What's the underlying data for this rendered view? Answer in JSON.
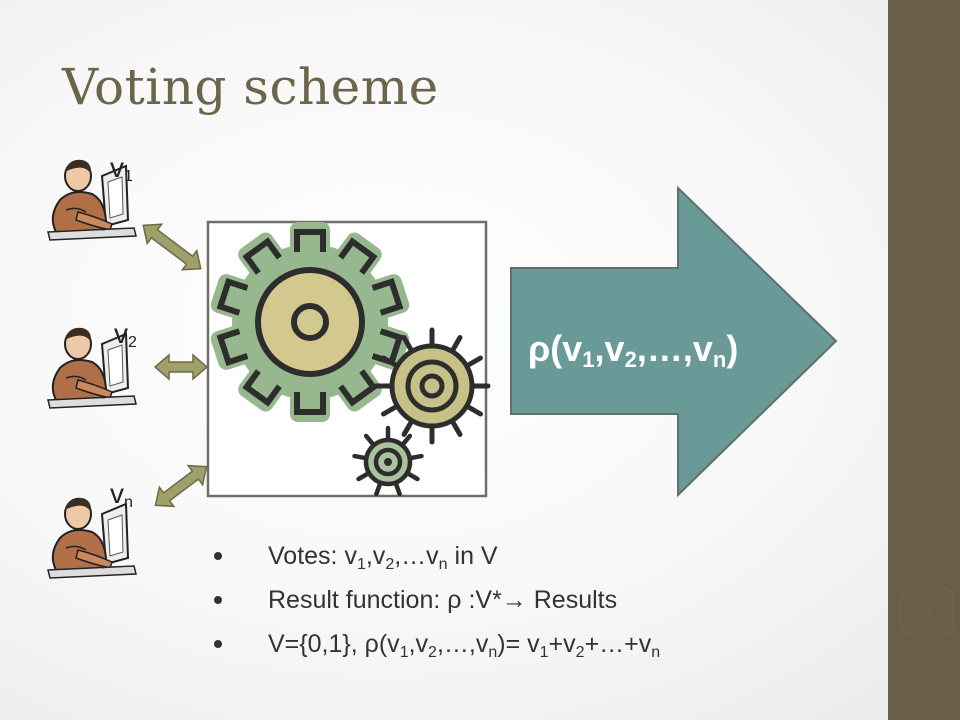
{
  "slide": {
    "title": "Voting scheme",
    "page_number": "4"
  },
  "voters": [
    {
      "letter": "v",
      "sub": "1"
    },
    {
      "letter": "v",
      "sub": "2"
    },
    {
      "letter": "v",
      "sub": "n"
    }
  ],
  "result": {
    "rho": "ρ",
    "text": "(v",
    "sub1": "1",
    "sep1": ",v",
    "sub2": "2",
    "sep2": ",…,v",
    "subn": "n",
    "close": ")"
  },
  "bullets": {
    "b1": {
      "a": "Votes: v",
      "s1": "1",
      "b": ",v",
      "s2": "2",
      "c": ",…v",
      "sn": "n",
      "d": " in V"
    },
    "b2": {
      "a": "Result function: ",
      "rho": "ρ",
      "b": " :V*",
      "arrow": "→",
      "c": " Results"
    },
    "b3": {
      "a": "V={0,1}, ",
      "rho": "ρ",
      "b": "(v",
      "s1": "1",
      "c": ",v",
      "s2": "2",
      "d": ",…,v",
      "sn": "n",
      "e": ")= v",
      "t1": "1",
      "f": "+v",
      "t2": "2",
      "g": "+…+v",
      "tn": "n"
    }
  },
  "colors": {
    "sidebar": "#6b5e48",
    "title": "#6b6549",
    "big_arrow": "#699a97",
    "double_arrows": "#9fa06a",
    "gear_large": "#97b78e",
    "gear_large_hub": "#d3c98e",
    "gear_medium": "#c8c187",
    "gear_small": "#a8c49c"
  },
  "icons": [
    "person-at-computer-icon",
    "gear-icon",
    "double-arrow-icon",
    "block-arrow-icon"
  ]
}
